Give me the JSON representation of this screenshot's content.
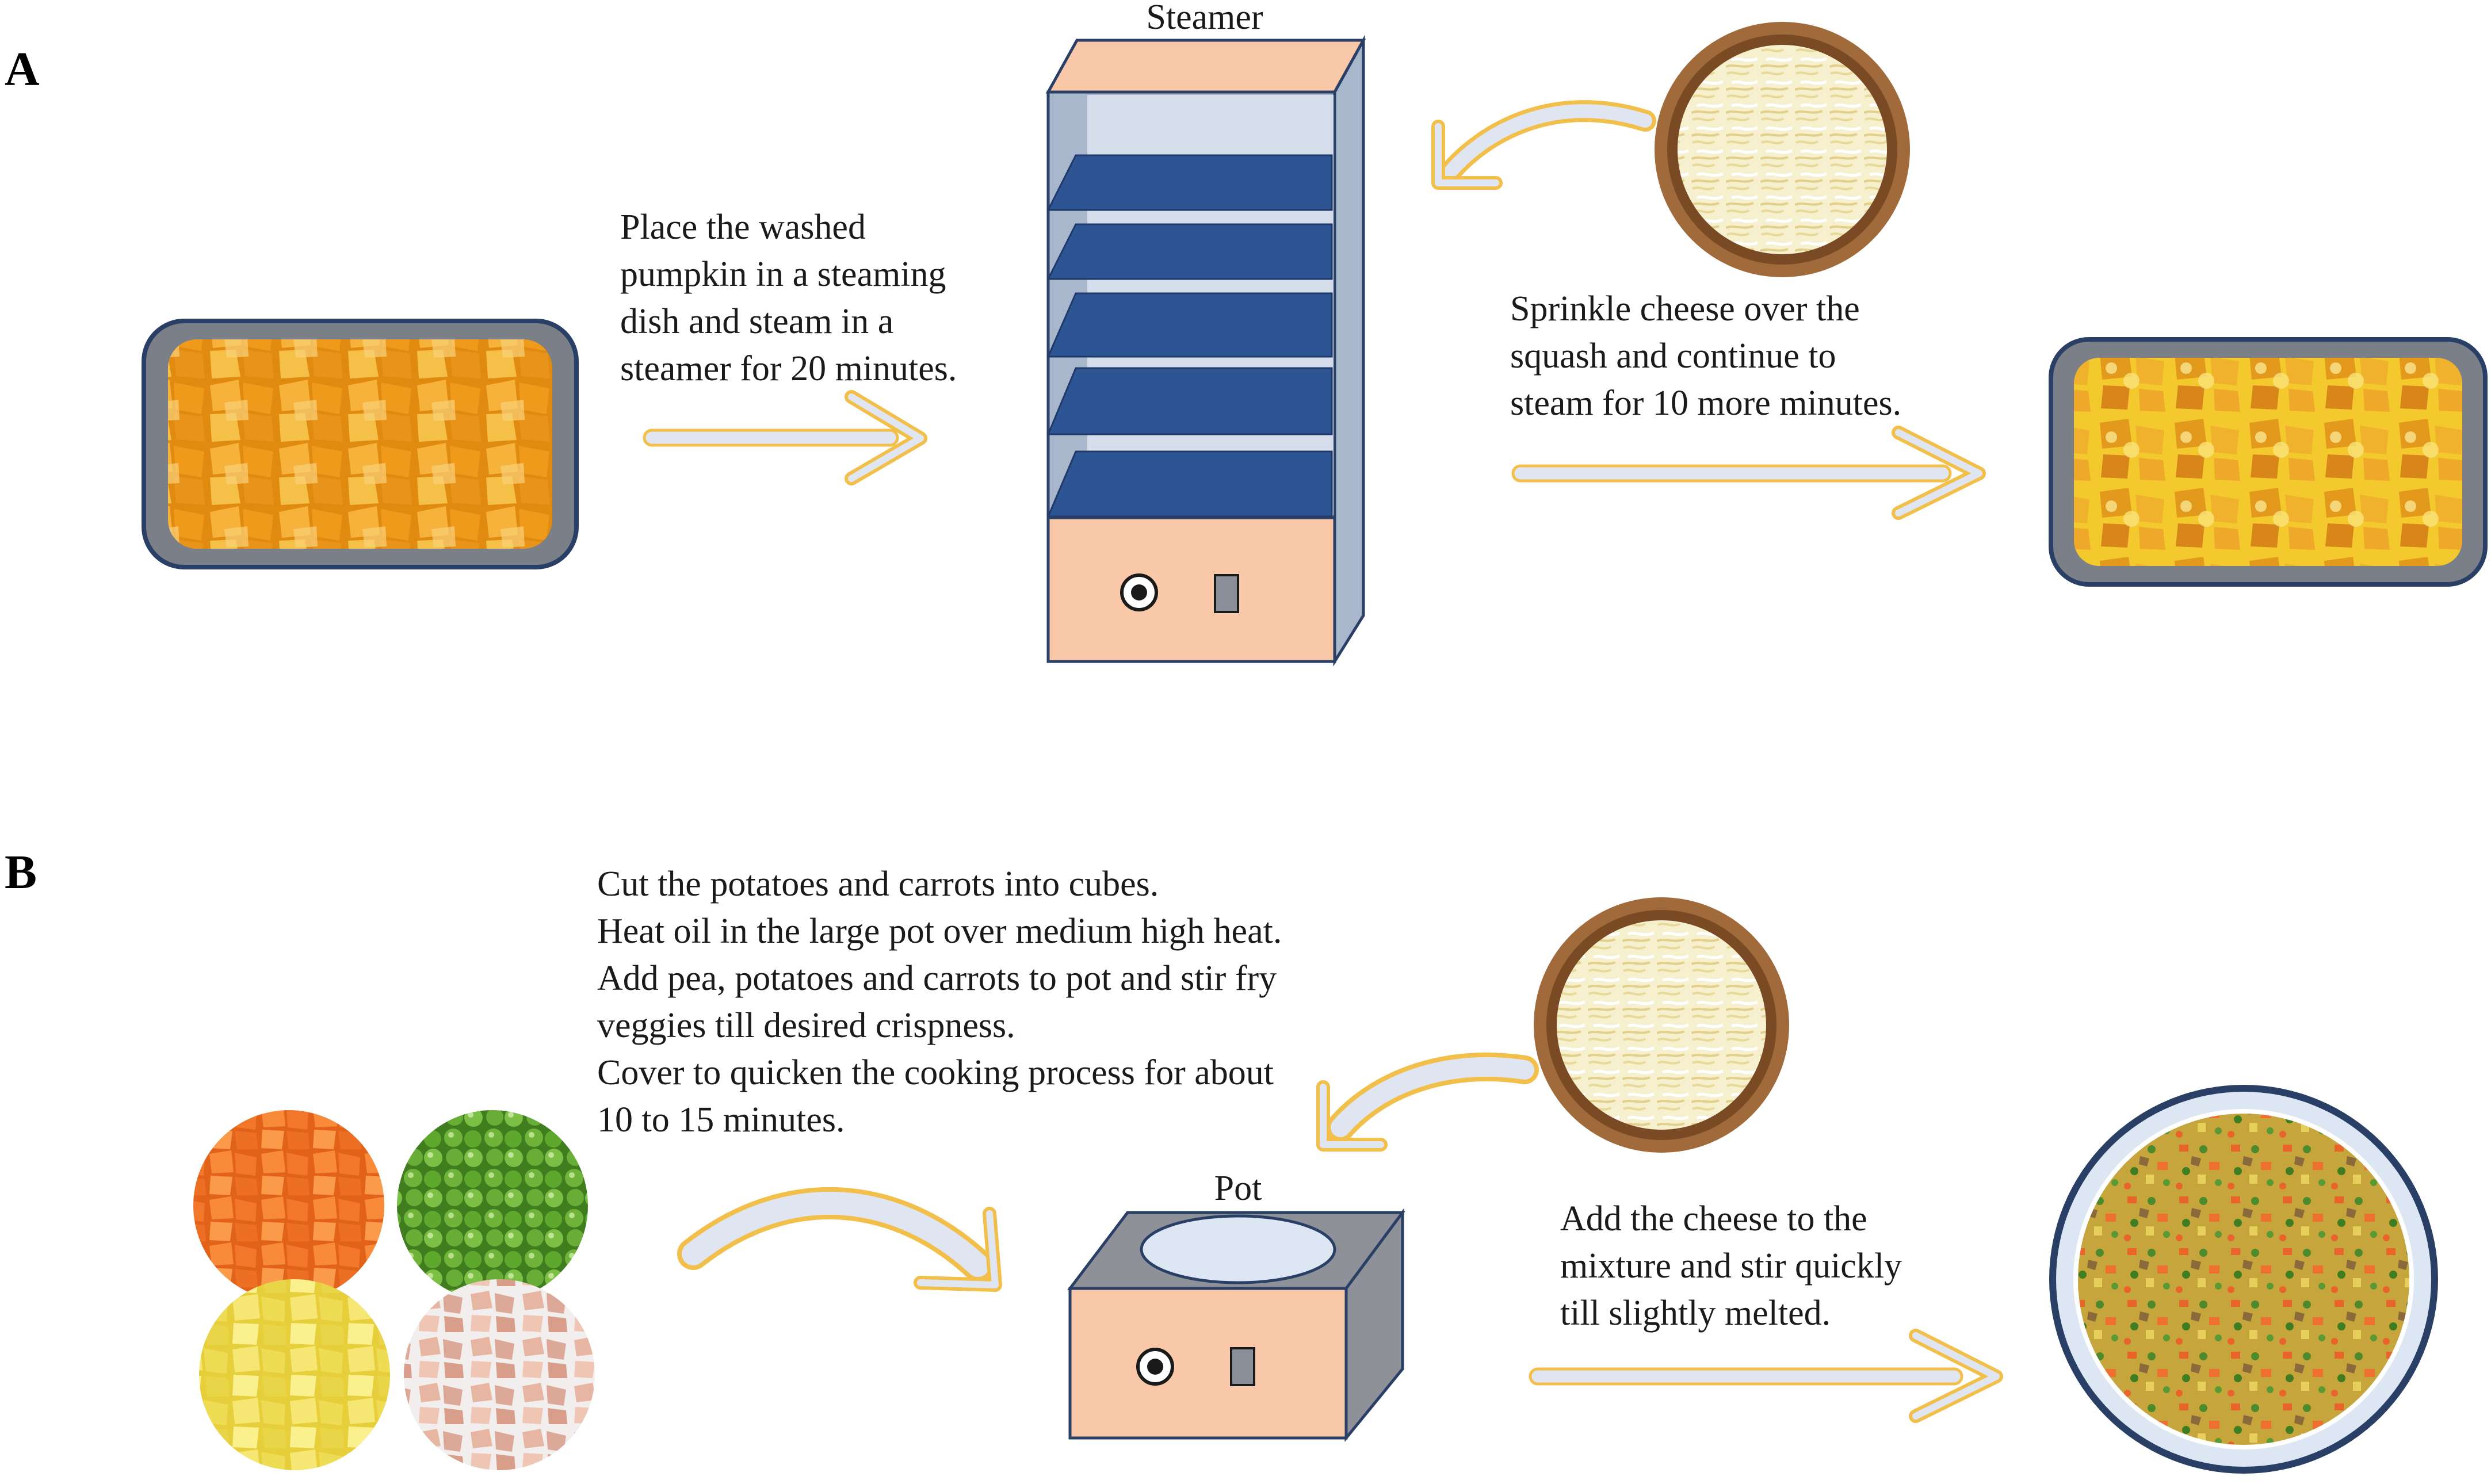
{
  "panels": {
    "a": {
      "label": "A",
      "steamer_label": "Steamer",
      "step1_lines": [
        "Place the washed",
        "pumpkin in a steaming",
        "dish and steam in a",
        "steamer for 20 minutes."
      ],
      "step2_lines": [
        "Sprinkle cheese over the",
        "squash and continue to",
        "steam for 10 more minutes."
      ]
    },
    "b": {
      "label": "B",
      "pot_label": "Pot",
      "step1_lines": [
        "Cut the potatoes and carrots into cubes.",
        "Heat oil in the large pot over medium high heat.",
        "Add pea, potatoes and carrots to pot  and stir fry",
        "veggies till desired crispness.",
        "Cover to quicken the cooking process for about",
        "10 to 15 minutes."
      ],
      "step2_lines": [
        "Add the cheese to the",
        "mixture  and stir quickly",
        "till slightly melted."
      ]
    }
  },
  "colors": {
    "steamer_body": "#f8c8a8",
    "steamer_frame": "#a9b7cc",
    "shelf_blue": "#2e5593",
    "outline": "#2a3f66",
    "dish_gray": "#7a7f88",
    "arrow_fill": "#dfe6f1",
    "arrow_edge": "#f2c04a",
    "pumpkin": "#f0a020",
    "cheese": "#f4ecc4",
    "bowl_wood": "#a06a3a",
    "carrot": "#f07a2a",
    "pea": "#4f9a2a",
    "potato": "#f2e062",
    "chicken": "#e8c0b0",
    "stew": "#c9a83a",
    "plate_rim": "#2a3f66",
    "plate_inner": "#dde6f3"
  },
  "icons": [
    "pumpkin-dish-icon",
    "steamer-icon",
    "cheese-bowl-icon",
    "cheesy-pumpkin-dish-icon",
    "carrot-icon",
    "pea-icon",
    "potato-icon",
    "chicken-icon",
    "pot-icon",
    "stew-plate-icon"
  ]
}
